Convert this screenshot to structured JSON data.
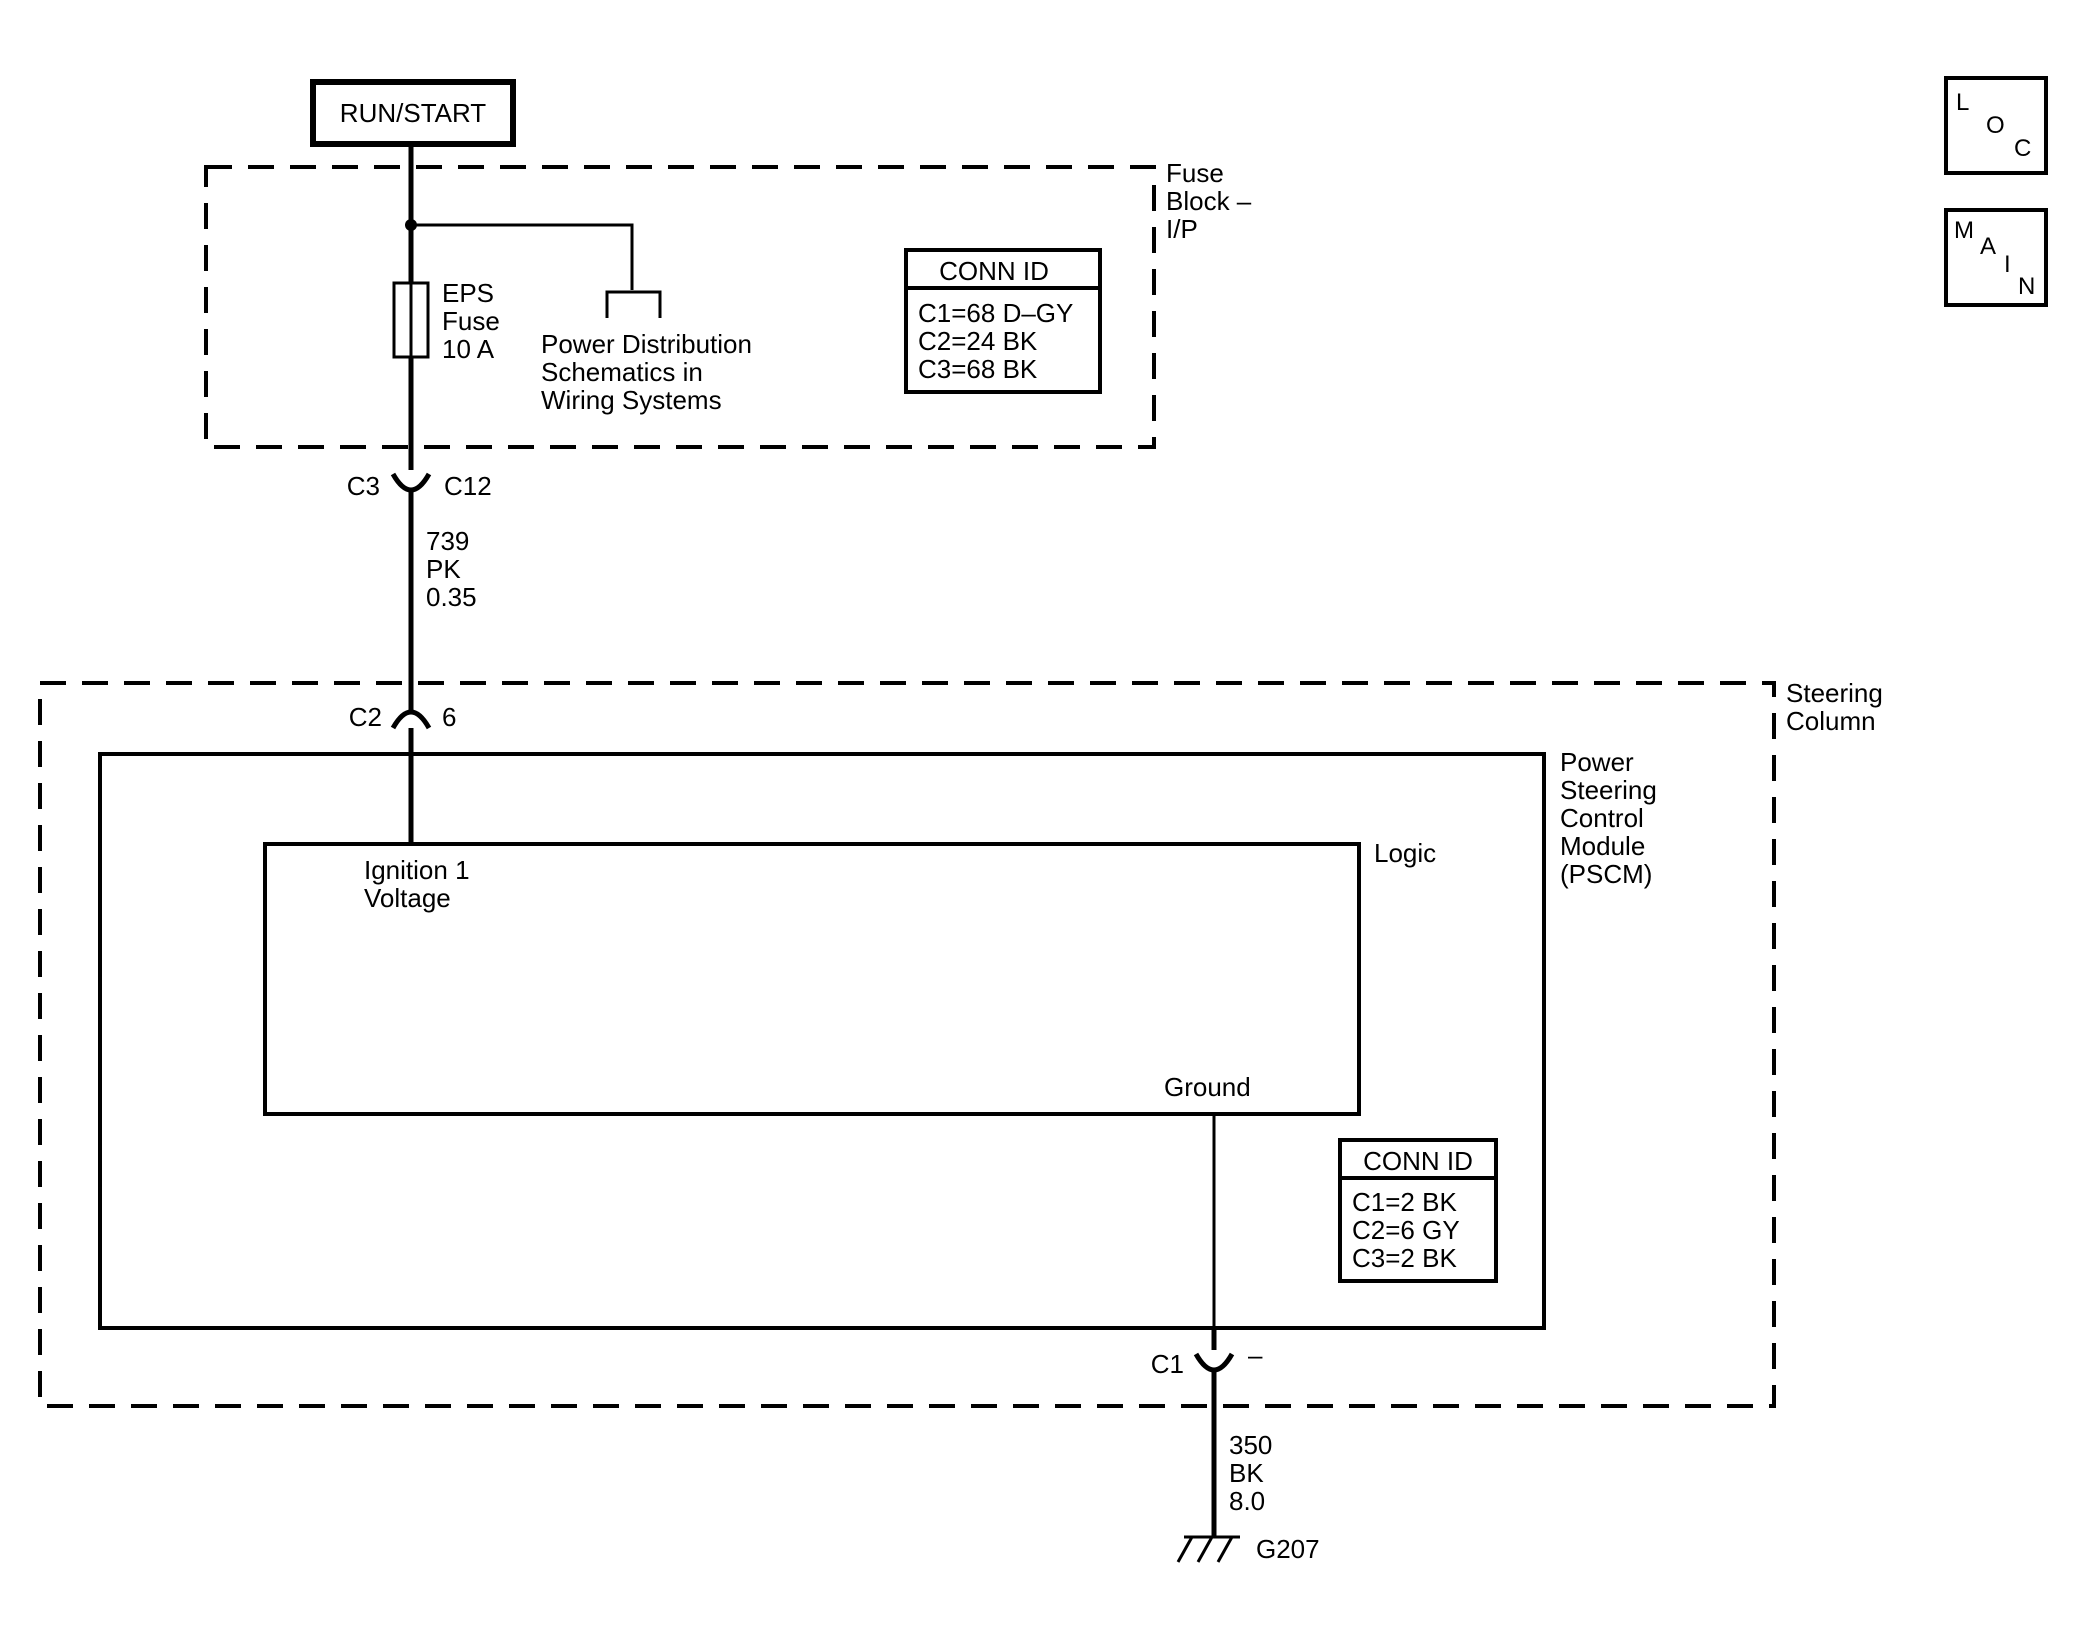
{
  "power_source": {
    "label": "RUN/START"
  },
  "fuse_block": {
    "title_lines": [
      "Fuse",
      "Block –",
      "I/P"
    ],
    "fuse": {
      "lines": [
        "EPS",
        "Fuse",
        "10 A"
      ]
    },
    "power_distribution_lines": [
      "Power Distribution",
      "Schematics in",
      "Wiring Systems"
    ],
    "conn_id": {
      "title": "CONN ID",
      "rows": [
        "C1=68 D–GY",
        "C2=24 BK",
        "C3=68 BK"
      ]
    }
  },
  "connector_upper": {
    "left": "C3",
    "right": "C12"
  },
  "wire_upper": {
    "lines": [
      "739",
      "PK",
      "0.35"
    ]
  },
  "steering_column": {
    "title_lines": [
      "Steering",
      "Column"
    ]
  },
  "connector_c2": {
    "left": "C2",
    "right": "6"
  },
  "pscm": {
    "title_lines": [
      "Power",
      "Steering",
      "Control",
      "Module",
      "(PSCM)"
    ],
    "logic": {
      "label": "Logic",
      "ignition_lines": [
        "Ignition 1",
        "Voltage"
      ],
      "ground_label": "Ground"
    },
    "conn_id": {
      "title": "CONN ID",
      "rows": [
        "C1=2 BK",
        "C2=6 GY",
        "C3=2 BK"
      ]
    }
  },
  "connector_c1": {
    "left": "C1",
    "right": "–"
  },
  "wire_ground": {
    "lines": [
      "350",
      "BK",
      "8.0"
    ]
  },
  "ground": {
    "label": "G207"
  },
  "nav": {
    "loc": {
      "letters": [
        "L",
        "O",
        "C"
      ]
    },
    "main": {
      "letters": [
        "M",
        "A",
        "I",
        "N"
      ]
    }
  }
}
